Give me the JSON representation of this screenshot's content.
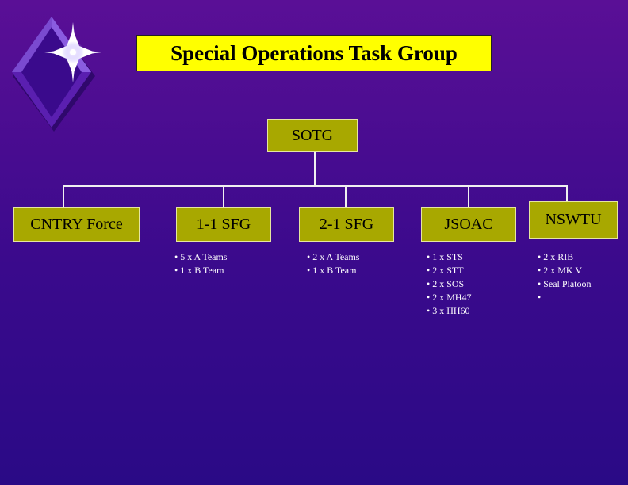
{
  "title": "Special Operations Task Group",
  "root": "SOTG",
  "units": [
    {
      "label": "CNTRY Force",
      "details": []
    },
    {
      "label": "1-1 SFG",
      "details": [
        "5 x A Teams",
        "1 x B Team"
      ]
    },
    {
      "label": "2-1 SFG",
      "details": [
        "2 x A Teams",
        "1 x B Team"
      ]
    },
    {
      "label": "JSOAC",
      "details": [
        "1 x STS",
        "2 x STT",
        "2 x SOS",
        "2 x MH47",
        "3 x HH60"
      ]
    },
    {
      "label": "NSWTU",
      "details": [
        "2 x RIB",
        "2 x MK V",
        "Seal Platoon",
        ""
      ]
    }
  ],
  "colors": {
    "background": "#3a0a8c",
    "title_box": "#ffff00",
    "node": "#a8a800",
    "connector": "#f0f0f0"
  }
}
